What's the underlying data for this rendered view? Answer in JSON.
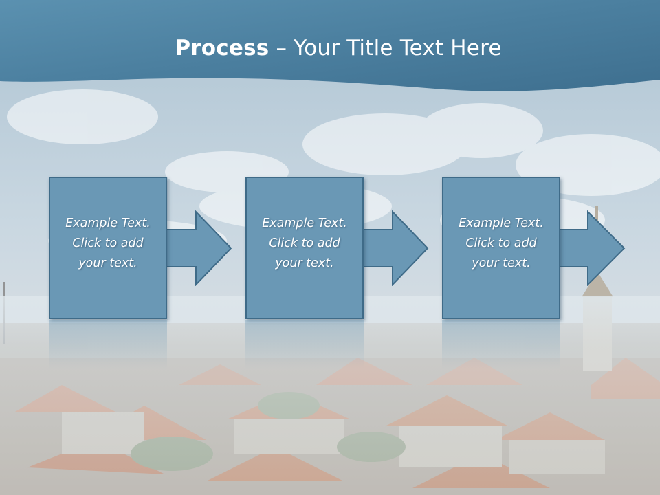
{
  "slide": {
    "title_bold": "Process",
    "title_rest": " – Your Title Text Here"
  },
  "steps": [
    {
      "line1": "Example Text.",
      "line2": "Click  to add",
      "line3": "your text."
    },
    {
      "line1": "Example Text.",
      "line2": "Click  to add",
      "line3": "your text."
    },
    {
      "line1": "Example Text.",
      "line2": "Click  to add",
      "line3": "your text."
    }
  ],
  "colors": {
    "band": "#4f86a6",
    "box_fill": "#6a98b5",
    "box_border": "#3f6b88"
  }
}
